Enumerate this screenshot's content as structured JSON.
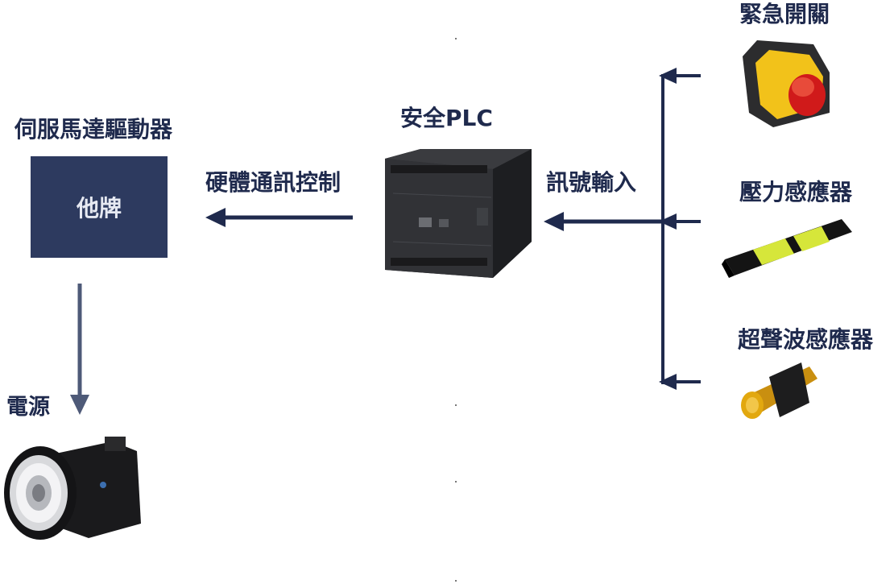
{
  "labels": {
    "servo_drive": "伺服馬達驅動器",
    "brand": "他牌",
    "power": "電源",
    "safety_plc": "安全PLC",
    "hardware_comm": "硬體通訊控制",
    "signal_input": "訊號輸入",
    "estop": "緊急開關",
    "pressure_sensor": "壓力感應器",
    "ultrasonic_sensor": "超聲波感應器"
  },
  "colors": {
    "arrow_dark": "#1f2a4d",
    "arrow_gray": "#4e5a78",
    "box": "#2d3a5f"
  },
  "icons": {
    "plc": "plc-device-icon",
    "motor": "servo-motor-icon",
    "estop": "emergency-stop-button-icon",
    "pressure": "pressure-sensor-strip-icon",
    "ultrasonic": "ultrasonic-sensor-icon"
  }
}
